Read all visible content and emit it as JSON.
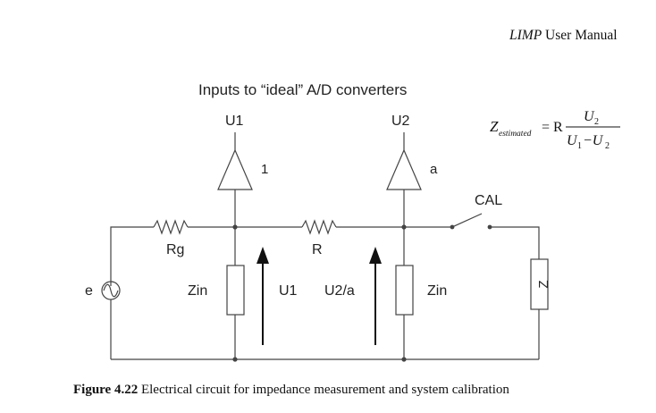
{
  "header": {
    "manual_title_italic": "LIMP",
    "manual_title_rest": " User Manual"
  },
  "diagram": {
    "title": "Inputs to “ideal” A/D converters",
    "converters": [
      {
        "label": "U1",
        "gain": "1"
      },
      {
        "label": "U2",
        "gain": "a"
      }
    ],
    "source": "e",
    "resistors": {
      "rg": "Rg",
      "r": "R"
    },
    "impedances": {
      "zin_left": "Zin",
      "zin_right": "Zin",
      "z": "Z"
    },
    "switch": "CAL",
    "voltages": {
      "u1": "U1",
      "u2a": "U2/a"
    }
  },
  "formula": {
    "z": "Z",
    "z_sub": "estimated",
    "eq_r": "= R",
    "num": "U",
    "num_sub": "2",
    "den_u1": "U",
    "den_u1_sub": "1",
    "den_minus": "−U",
    "den_u2_sub": "2"
  },
  "caption": {
    "bold": "Figure 4.22",
    "text": " Electrical circuit for impedance measurement and system calibration"
  }
}
